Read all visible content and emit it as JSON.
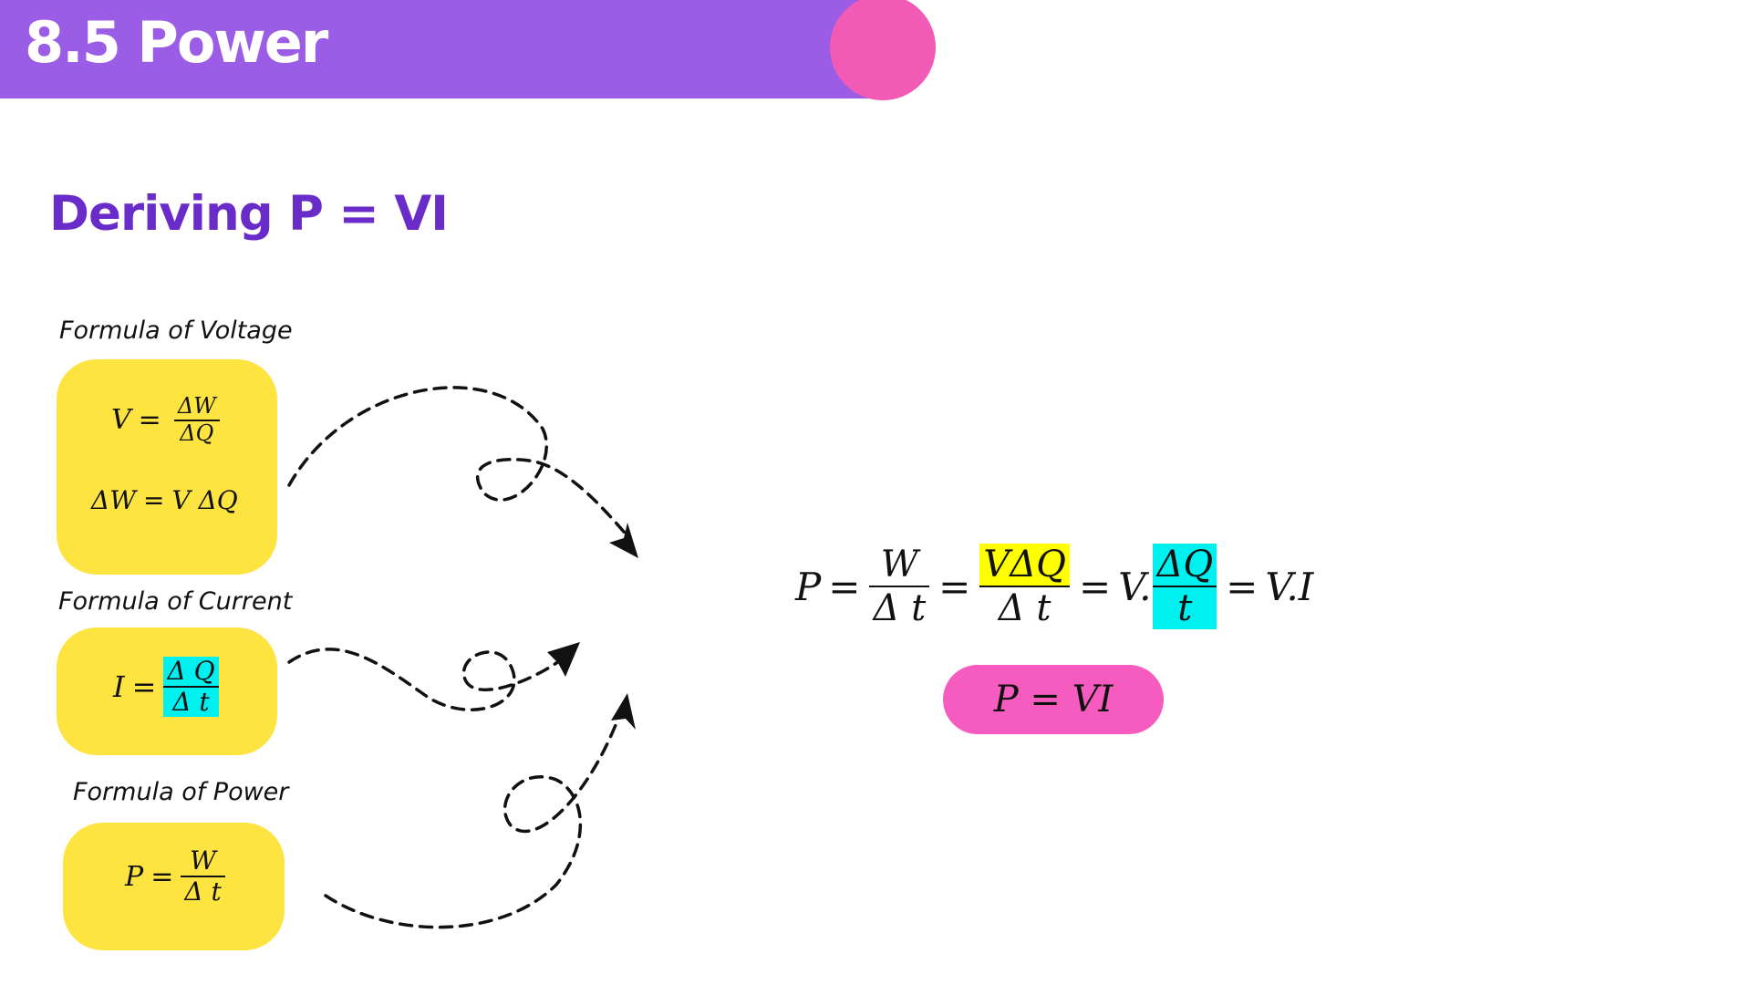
{
  "header": {
    "title": "8.5 Power"
  },
  "section": {
    "title": "Deriving P = VI"
  },
  "cards": {
    "voltage": {
      "caption": "Formula of Voltage",
      "lhs": "V",
      "num": "ΔW",
      "den": "ΔQ",
      "line2_lhs": "ΔW",
      "line2_rhs": "V ΔQ"
    },
    "current": {
      "caption": "Formula of Current",
      "lhs": "I",
      "num": "Δ Q",
      "den": "Δ t"
    },
    "power": {
      "caption": "Formula of Power",
      "lhs": "P",
      "num": "W",
      "den": "Δ t"
    }
  },
  "derivation": {
    "lhs": "P",
    "f1_num": "W",
    "f1_den": "Δ t",
    "f2_num": "VΔQ",
    "f2_den": "Δ t",
    "term3": "V.",
    "f3_num": "ΔQ",
    "f3_den": "t",
    "term4": "V.I",
    "equals": "="
  },
  "result": {
    "text": "P = VI"
  },
  "colors": {
    "header": "#9b5de5",
    "accent_circle": "#f15bb5",
    "title": "#6a2cc9",
    "card": "#fde440",
    "highlight_cyan": "#00f0f0",
    "highlight_yellow": "#ffff00",
    "result_pill": "#f65cbf"
  }
}
